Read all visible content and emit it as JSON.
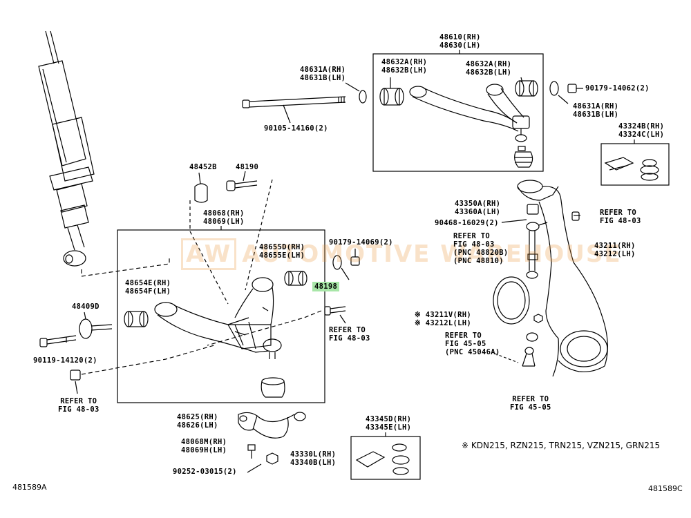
{
  "labels": {
    "p48610": [
      "48610(RH)",
      "48630(LH)"
    ],
    "p48631_left": [
      "48631A(RH)",
      "48631B(LH)"
    ],
    "p48632_left": [
      "48632A(RH)",
      "48632B(LH)"
    ],
    "p48632_right": [
      "48632A(RH)",
      "48632B(LH)"
    ],
    "p90179_14062": "90179-14062(2)",
    "p48631_right": [
      "48631A(RH)",
      "48631B(LH)"
    ],
    "p43324": [
      "43324B(RH)",
      "43324C(LH)"
    ],
    "p90105": "90105-14160(2)",
    "p48452B": "48452B",
    "p48190": "48190",
    "p48068_upper": [
      "48068(RH)",
      "48069(LH)"
    ],
    "p48655": [
      "48655D(RH)",
      "48655E(LH)"
    ],
    "p90179_14069": "90179-14069(2)",
    "p48198": "48198",
    "p48654": [
      "48654E(RH)",
      "48654F(LH)"
    ],
    "p48409D": "48409D",
    "p90119": "90119-14120(2)",
    "ref_48_03_bolt": [
      "REFER TO",
      "FIG 48-03"
    ],
    "ref_48_03_nut": [
      "REFER TO",
      "FIG 48-03"
    ],
    "p48625": [
      "48625(RH)",
      "48626(LH)"
    ],
    "p48068_lower": [
      "48068M(RH)",
      "48069H(LH)"
    ],
    "p43330": [
      "43330L(RH)",
      "43340B(LH)"
    ],
    "p90252": "90252-03015(2)",
    "p43345": [
      "43345D(RH)",
      "43345E(LH)"
    ],
    "p43350": [
      "43350A(RH)",
      "43360A(LH)"
    ],
    "p90468": "90468-16029(2)",
    "ref_stabilizer": [
      "REFER TO",
      "FIG 48-03",
      "(PNC 48820B)",
      "(PNC 48810)"
    ],
    "ref_48_03_knuckle": [
      "REFER TO",
      "FIG 48-03"
    ],
    "p43211": [
      "43211(RH)",
      "43212(LH)"
    ],
    "p43211V": [
      "※ 43211V(RH)",
      "※ 43212L(LH)"
    ],
    "ref_45_05_upper": [
      "REFER TO",
      "FIG 45-05",
      "(PNC 45046A)"
    ],
    "ref_45_05_lower": [
      "REFER TO",
      "FIG 45-05"
    ]
  },
  "highlight_color": "#a8e6a8",
  "watermark": {
    "logo": "AW",
    "text": "AUTOMOTIVE WAREHOUSE"
  },
  "footnote": "※ KDN215, RZN215, TRN215, VZN215, GRN215",
  "diagram_code_left": "481589A",
  "diagram_code_right": "481589C"
}
